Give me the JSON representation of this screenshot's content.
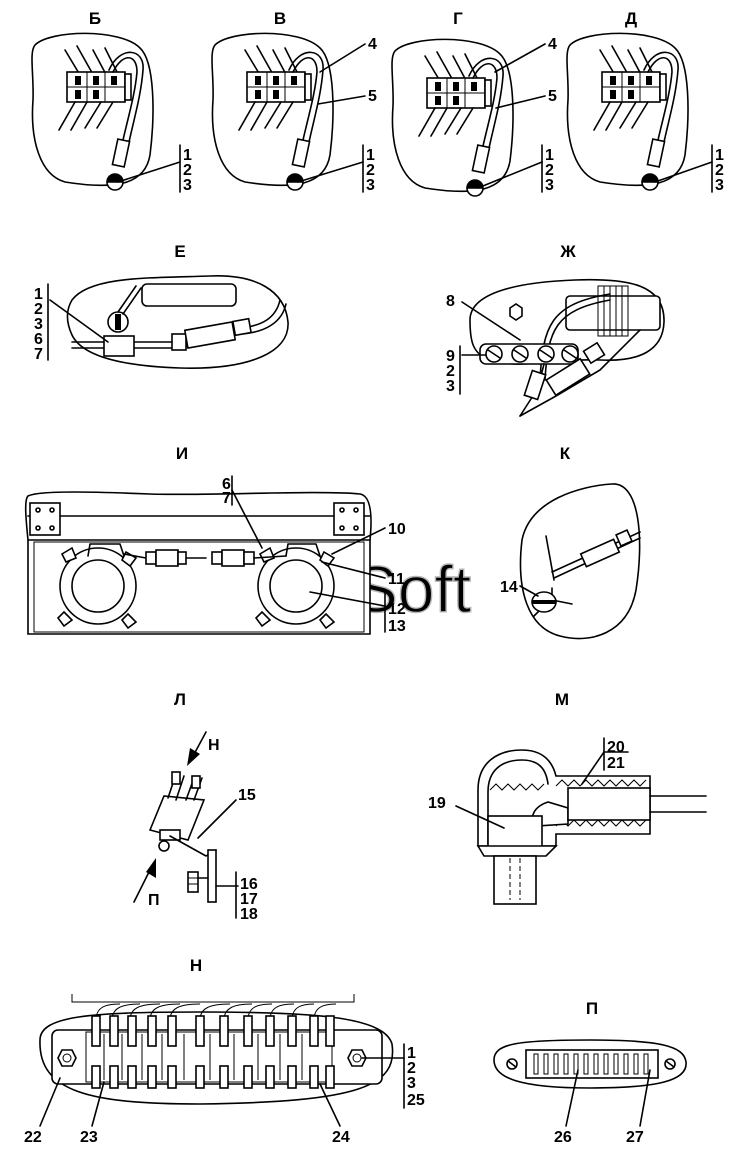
{
  "views": [
    {
      "id": "b",
      "title": "Б",
      "callouts": [
        "1",
        "2",
        "3"
      ]
    },
    {
      "id": "v",
      "title": "В",
      "callouts": [
        "4",
        "5",
        "1",
        "2",
        "3"
      ]
    },
    {
      "id": "g",
      "title": "Г",
      "callouts": [
        "4",
        "5",
        "1",
        "2",
        "3"
      ]
    },
    {
      "id": "d",
      "title": "Д",
      "callouts": [
        "1",
        "2",
        "3"
      ]
    },
    {
      "id": "e",
      "title": "Е",
      "callouts": [
        "1",
        "2",
        "3",
        "6",
        "7"
      ]
    },
    {
      "id": "zh",
      "title": "Ж",
      "callouts": [
        "8",
        "9",
        "2",
        "3"
      ]
    },
    {
      "id": "i",
      "title": "И",
      "callouts": [
        "6",
        "7",
        "10",
        "11",
        "12",
        "13"
      ]
    },
    {
      "id": "k",
      "title": "К",
      "callouts": [
        "14"
      ]
    },
    {
      "id": "l",
      "title": "Л",
      "callouts": [
        "Н",
        "П",
        "15",
        "16",
        "17",
        "18"
      ]
    },
    {
      "id": "m",
      "title": "М",
      "callouts": [
        "20",
        "21",
        "19"
      ]
    },
    {
      "id": "n",
      "title": "Н",
      "callouts": [
        "1",
        "2",
        "3",
        "25",
        "22",
        "23",
        "24"
      ]
    },
    {
      "id": "p",
      "title": "П",
      "callouts": [
        "26",
        "27"
      ]
    }
  ],
  "watermark": "AutoSoft"
}
